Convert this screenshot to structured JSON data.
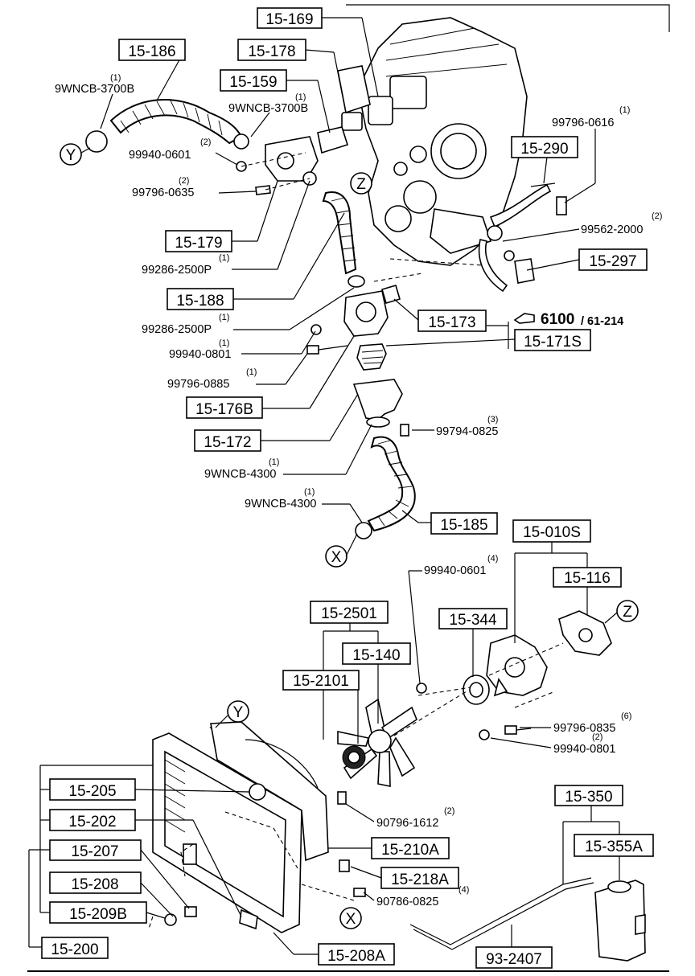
{
  "boxed_labels": {
    "p15_169": "15-169",
    "p15_186": "15-186",
    "p15_178": "15-178",
    "p15_159": "15-159",
    "p15_290": "15-290",
    "p15_179": "15-179",
    "p15_297": "15-297",
    "p15_188": "15-188",
    "p15_173": "15-173",
    "p15_171s": "15-171S",
    "p15_176b": "15-176B",
    "p15_172": "15-172",
    "p15_185": "15-185",
    "p15_010s": "15-010S",
    "p15_116": "15-116",
    "p15_2501": "15-2501",
    "p15_344": "15-344",
    "p15_140": "15-140",
    "p15_2101": "15-2101",
    "p15_205": "15-205",
    "p15_202": "15-202",
    "p15_207": "15-207",
    "p15_208": "15-208",
    "p15_209b": "15-209B",
    "p15_200": "15-200",
    "p15_210a": "15-210A",
    "p15_218a": "15-218A",
    "p15_208a": "15-208A",
    "p15_350": "15-350",
    "p15_355a": "15-355A",
    "p93_2407": "93-2407"
  },
  "fasteners": [
    {
      "id": "f1",
      "part": "9WNCB-3700B",
      "qty": "(1)"
    },
    {
      "id": "f2",
      "part": "9WNCB-3700B",
      "qty": "(1)"
    },
    {
      "id": "f3",
      "part": "99940-0601",
      "qty": "(2)"
    },
    {
      "id": "f4",
      "part": "99796-0635",
      "qty": "(2)"
    },
    {
      "id": "f5",
      "part": "99796-0616",
      "qty": "(1)"
    },
    {
      "id": "f6",
      "part": "99562-2000",
      "qty": "(2)"
    },
    {
      "id": "f7",
      "part": "99286-2500P",
      "qty": "(1)"
    },
    {
      "id": "f8",
      "part": "99286-2500P",
      "qty": "(1)"
    },
    {
      "id": "f9",
      "part": "99940-0801",
      "qty": "(1)"
    },
    {
      "id": "f10",
      "part": "99796-0885",
      "qty": "(1)"
    },
    {
      "id": "f11",
      "part": "99794-0825",
      "qty": "(3)"
    },
    {
      "id": "f12",
      "part": "9WNCB-4300",
      "qty": "(1)"
    },
    {
      "id": "f13",
      "part": "9WNCB-4300",
      "qty": "(1)"
    },
    {
      "id": "f14",
      "part": "99940-0601",
      "qty": "(4)"
    },
    {
      "id": "f15",
      "part": "99796-0835",
      "qty": "(6)"
    },
    {
      "id": "f16",
      "part": "99940-0801",
      "qty": "(2)"
    },
    {
      "id": "f17",
      "part": "90796-1612",
      "qty": "(2)"
    },
    {
      "id": "f18",
      "part": "90786-0825",
      "qty": "(4)"
    }
  ],
  "reference": {
    "main": "6100",
    "sub": "/ 61-214"
  },
  "connectors": {
    "y": "Y",
    "z": "Z",
    "x": "X"
  }
}
